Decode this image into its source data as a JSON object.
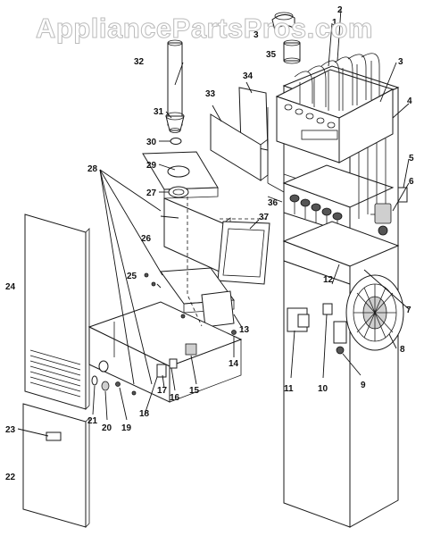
{
  "watermark": "AppliancePartsPros.com",
  "callouts": [
    {
      "id": "c1",
      "text": "1"
    },
    {
      "id": "c2",
      "text": "2"
    },
    {
      "id": "c3a",
      "text": "3"
    },
    {
      "id": "c3b",
      "text": "3"
    },
    {
      "id": "c4",
      "text": "4"
    },
    {
      "id": "c5",
      "text": "5"
    },
    {
      "id": "c6",
      "text": "6"
    },
    {
      "id": "c7",
      "text": "7"
    },
    {
      "id": "c8",
      "text": "8"
    },
    {
      "id": "c9",
      "text": "9"
    },
    {
      "id": "c10",
      "text": "10"
    },
    {
      "id": "c11",
      "text": "11"
    },
    {
      "id": "c12",
      "text": "12"
    },
    {
      "id": "c13",
      "text": "13"
    },
    {
      "id": "c14",
      "text": "14"
    },
    {
      "id": "c15",
      "text": "15"
    },
    {
      "id": "c16",
      "text": "16"
    },
    {
      "id": "c17",
      "text": "17"
    },
    {
      "id": "c18",
      "text": "18"
    },
    {
      "id": "c19",
      "text": "19"
    },
    {
      "id": "c20",
      "text": "20"
    },
    {
      "id": "c21",
      "text": "21"
    },
    {
      "id": "c22",
      "text": "22"
    },
    {
      "id": "c23",
      "text": "23"
    },
    {
      "id": "c24",
      "text": "24"
    },
    {
      "id": "c25",
      "text": "25"
    },
    {
      "id": "c26",
      "text": "26"
    },
    {
      "id": "c27",
      "text": "27"
    },
    {
      "id": "c28",
      "text": "28"
    },
    {
      "id": "c29",
      "text": "29"
    },
    {
      "id": "c30",
      "text": "30"
    },
    {
      "id": "c31",
      "text": "31"
    },
    {
      "id": "c32",
      "text": "32"
    },
    {
      "id": "c33",
      "text": "33"
    },
    {
      "id": "c34",
      "text": "34"
    },
    {
      "id": "c35",
      "text": "35"
    },
    {
      "id": "c36",
      "text": "36"
    },
    {
      "id": "c37",
      "text": "37"
    }
  ]
}
